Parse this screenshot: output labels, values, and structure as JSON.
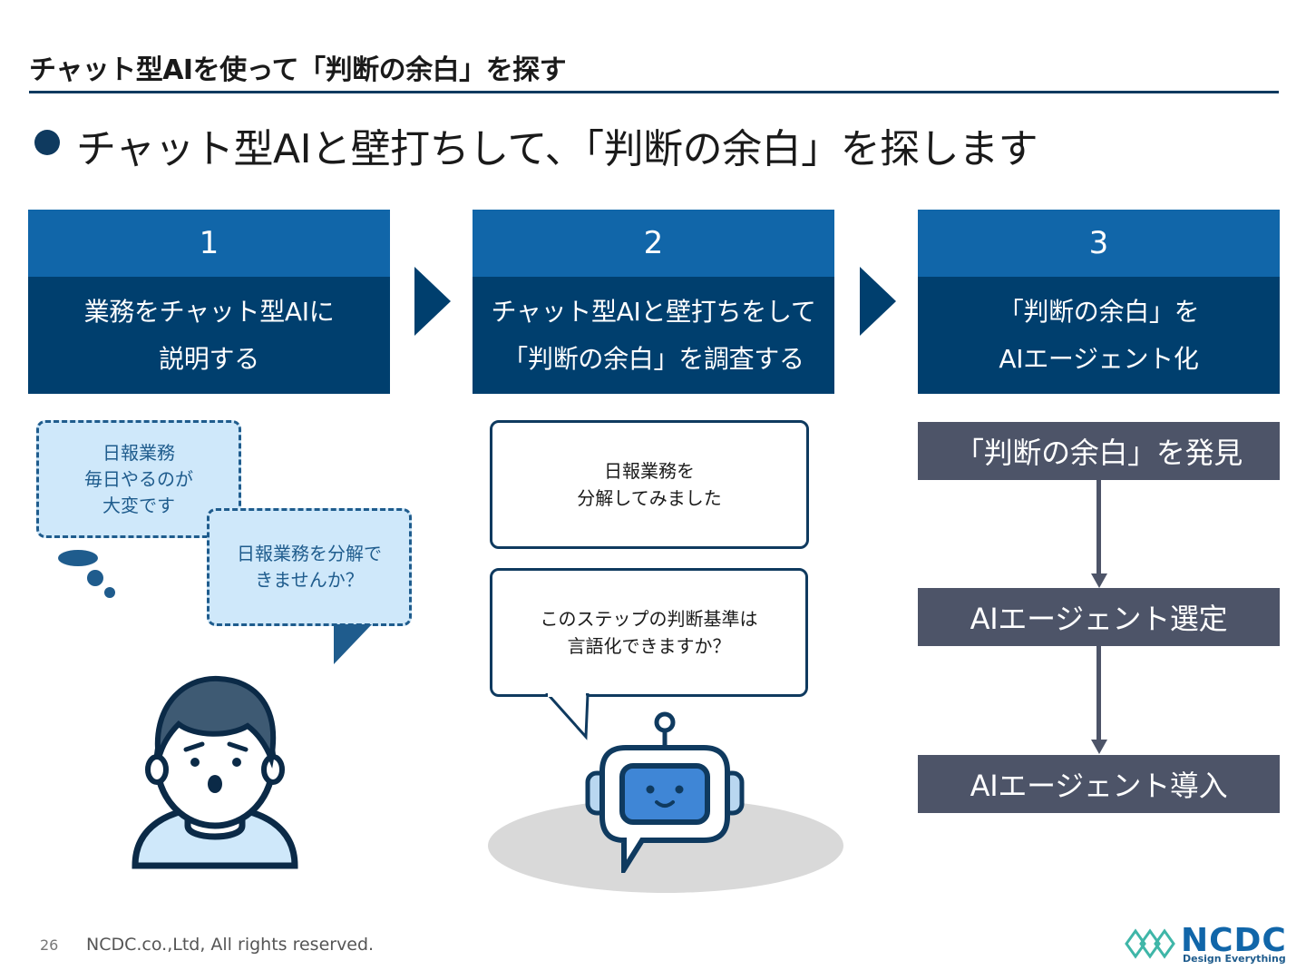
{
  "page_title": "チャット型AIを使って「判断の余白」を探す",
  "headline": "チャット型AIと壁打ちして、「判断の余白」を探します",
  "steps": [
    {
      "number": "1",
      "lines": [
        "業務をチャット型AIに",
        "説明する"
      ]
    },
    {
      "number": "2",
      "lines": [
        "チャット型AIと壁打ちをして",
        "「判断の余白」を調査する"
      ]
    },
    {
      "number": "3",
      "lines": [
        "「判断の余白」を",
        "AIエージェント化"
      ]
    }
  ],
  "col1": {
    "bubble1": [
      "日報業務",
      "毎日やるのが",
      "大変です"
    ],
    "bubble2": [
      "日報業務を分解で",
      "きませんか？"
    ]
  },
  "col2": {
    "bubble1": [
      "日報業務を",
      "分解してみました"
    ],
    "bubble2": [
      "このステップの判断基準は",
      "言語化できますか？"
    ]
  },
  "col3": {
    "flow": [
      "「判断の余白」を発見",
      "AIエージェント選定",
      "AIエージェント導入"
    ]
  },
  "colors": {
    "primary": "#1166a9",
    "dark": "#003f6e",
    "flow": "#4d5468",
    "bubble_fill": "#cfe8fa"
  },
  "footer": {
    "page_number": "26",
    "copyright": "NCDC.co.,Ltd, All rights reserved.",
    "logo_text": "NCDC",
    "logo_tagline": "Design Everything"
  }
}
